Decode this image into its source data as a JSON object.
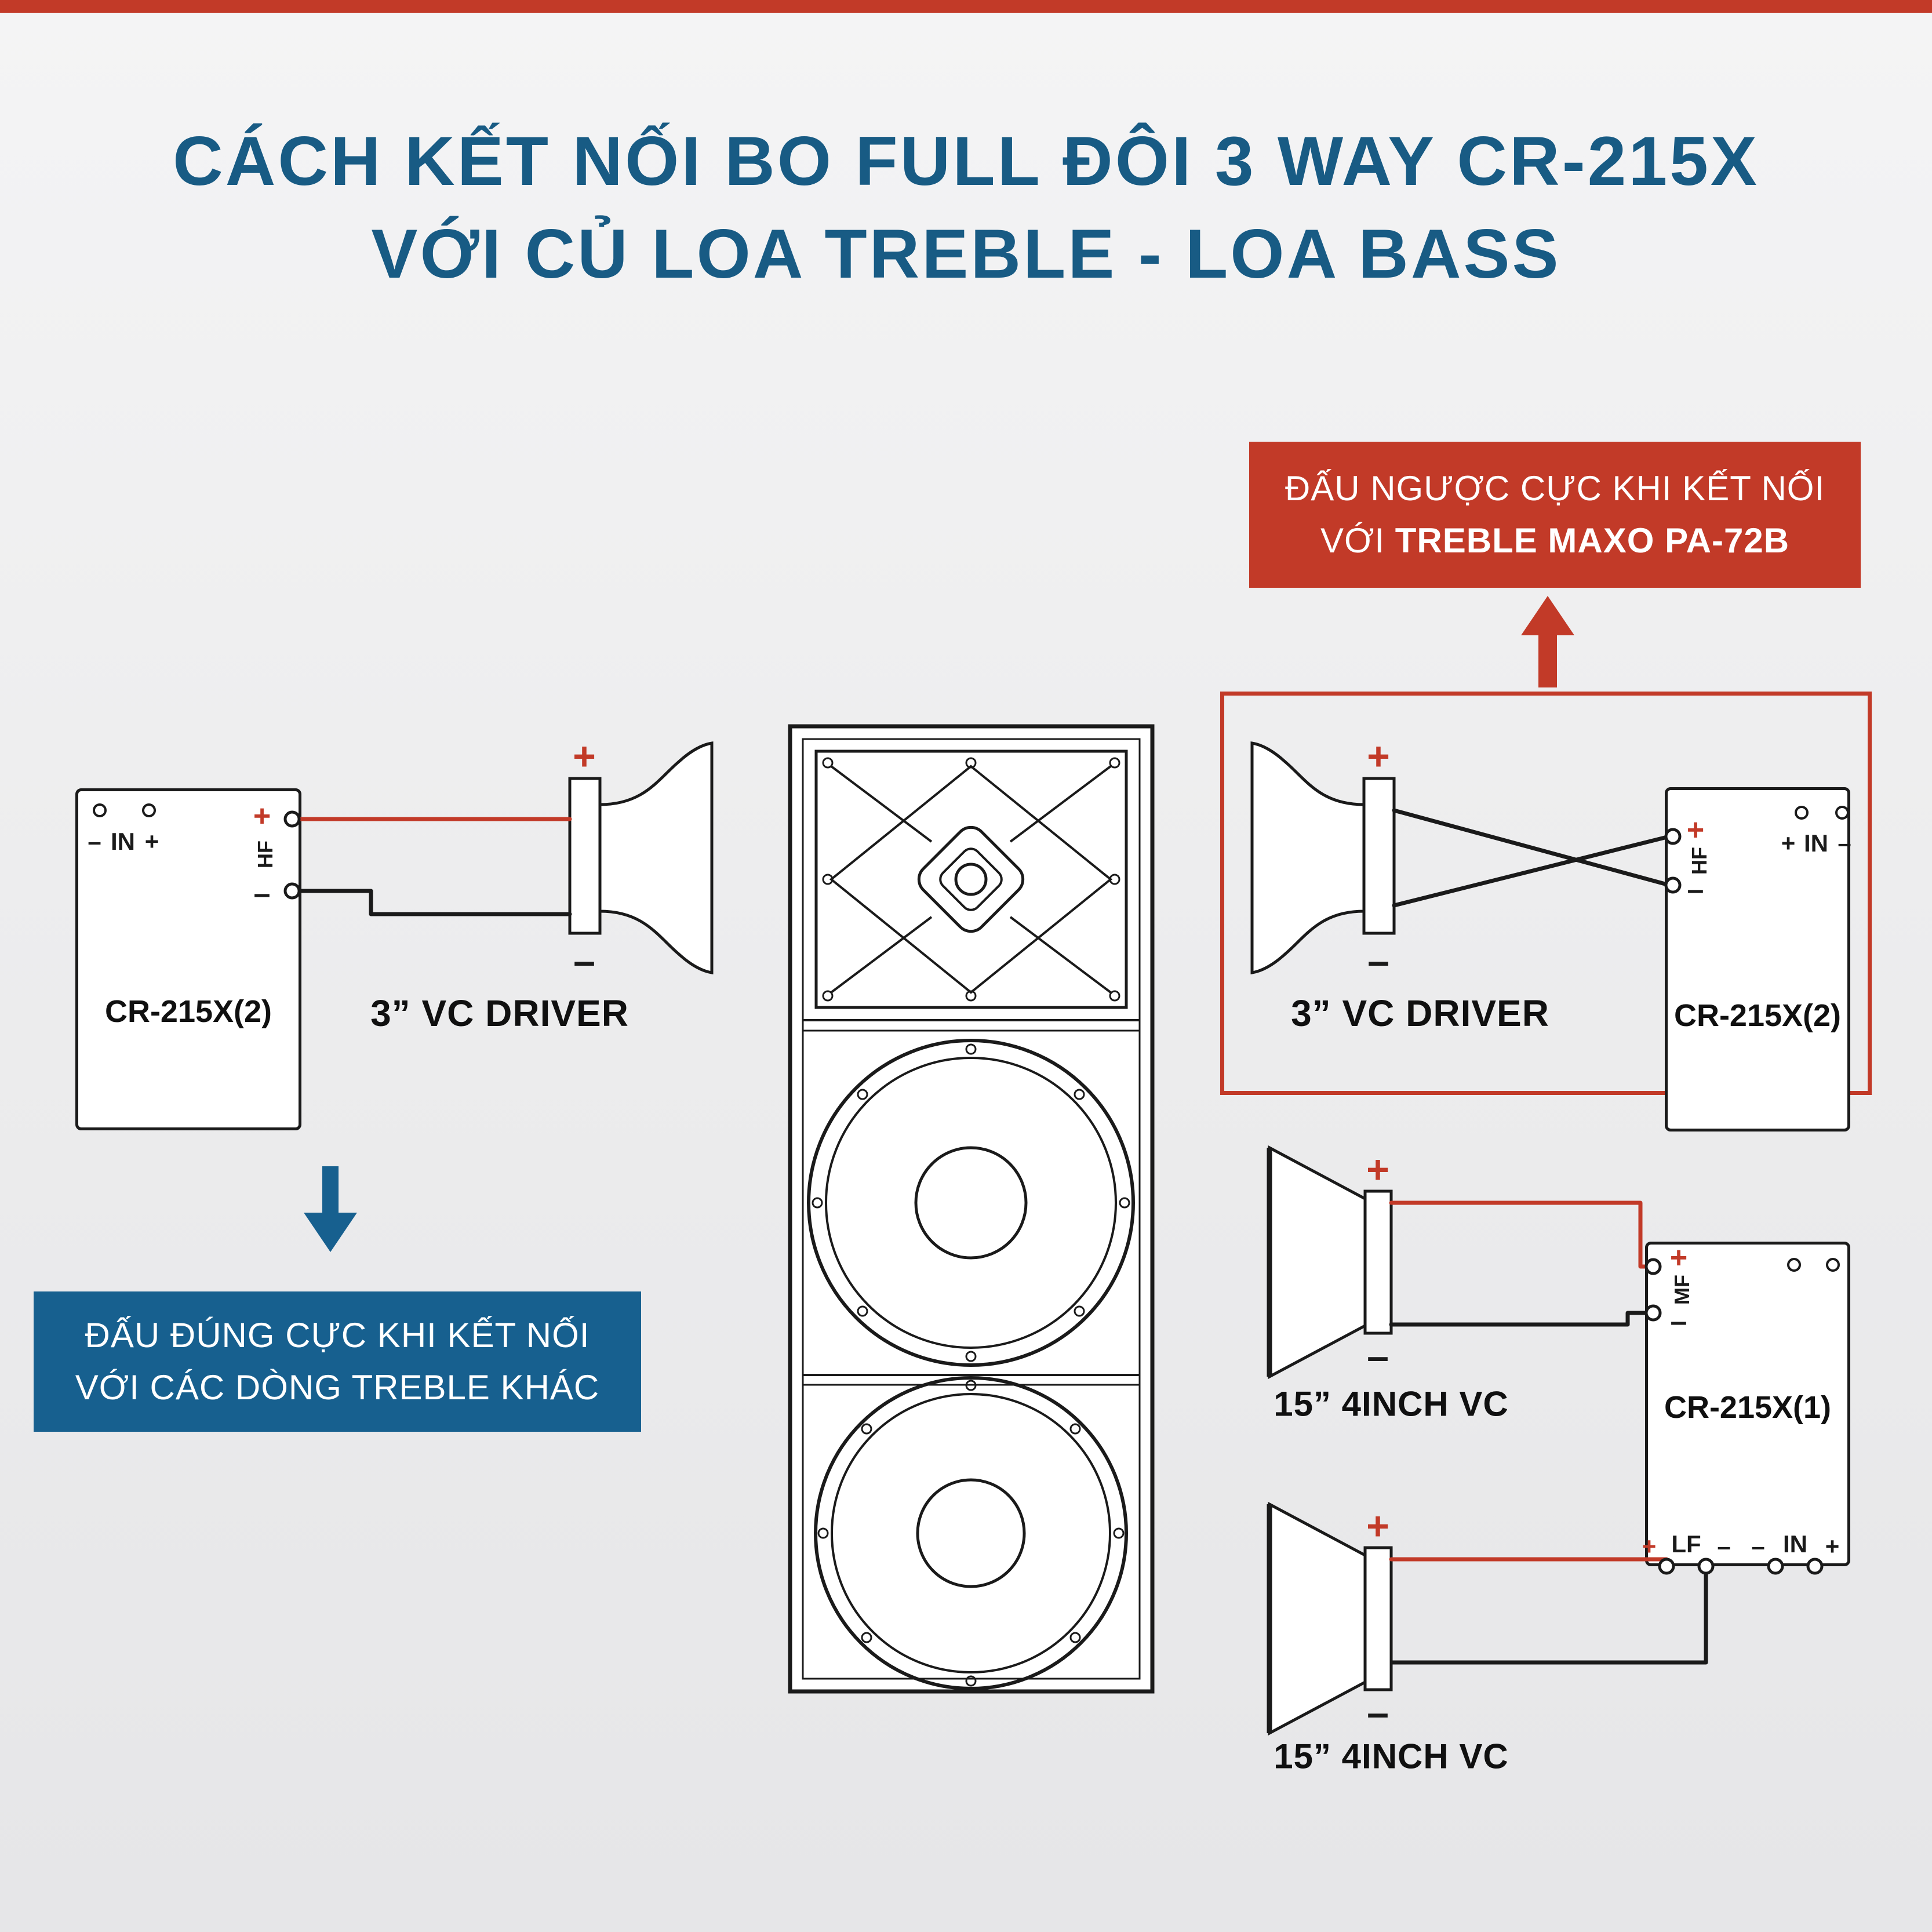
{
  "colors": {
    "red": "#c23a28",
    "blue": "#17608f",
    "ink": "#1a1a1a",
    "title-blue": "#185b84"
  },
  "header": {
    "title_line1": "CÁCH KẾT NỐI BO FULL ĐÔI 3 WAY CR-215X",
    "title_line2": "VỚI CỦ LOA TREBLE - LOA BASS"
  },
  "notes": {
    "reverse_line1": "ĐẤU NGƯỢC CỰC KHI KẾT NỐI",
    "reverse_line2_regular": "VỚI",
    "reverse_line2_bold": "TREBLE MAXO PA-72B",
    "correct_line1": "ĐẤU ĐÚNG CỰC KHI KẾT NỐI",
    "correct_line2": "VỚI CÁC DÒNG TREBLE KHÁC"
  },
  "symbols": {
    "plus": "+",
    "minus": "–"
  },
  "labels": {
    "in": "IN",
    "hf": "HF",
    "mf": "MF",
    "lf": "LF",
    "board_left": "CR-215X(2)",
    "board_right": "CR-215X(2)",
    "board_bottom": "CR-215X(1)",
    "hf_driver": "3” VC DRIVER",
    "woofer": "15” 4INCH VC"
  },
  "icons": {
    "correct_polarity_pointer": "arrow-down",
    "reverse_polarity_pointer": "arrow-up"
  }
}
